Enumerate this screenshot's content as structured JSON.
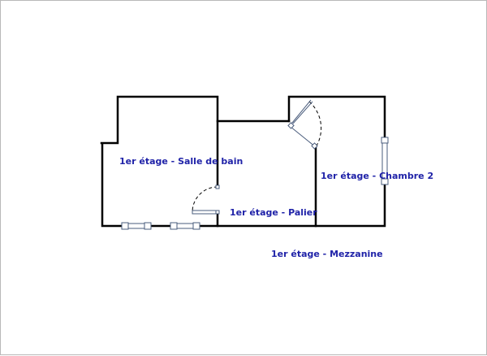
{
  "floorplan": {
    "colors": {
      "wall": "#000000",
      "label": "#1f22a8",
      "fixture": "#4a5c7c",
      "door_arc": "#000000",
      "background": "#ffffff",
      "frame": "#b9b9b9"
    },
    "rooms": [
      {
        "id": "salle-de-bain",
        "label": "1er étage - Salle de bain"
      },
      {
        "id": "palier",
        "label": "1er étage - Palier"
      },
      {
        "id": "chambre-2",
        "label": "1er étage - Chambre 2"
      },
      {
        "id": "mezzanine",
        "label": "1er étage - Mezzanine"
      }
    ]
  }
}
